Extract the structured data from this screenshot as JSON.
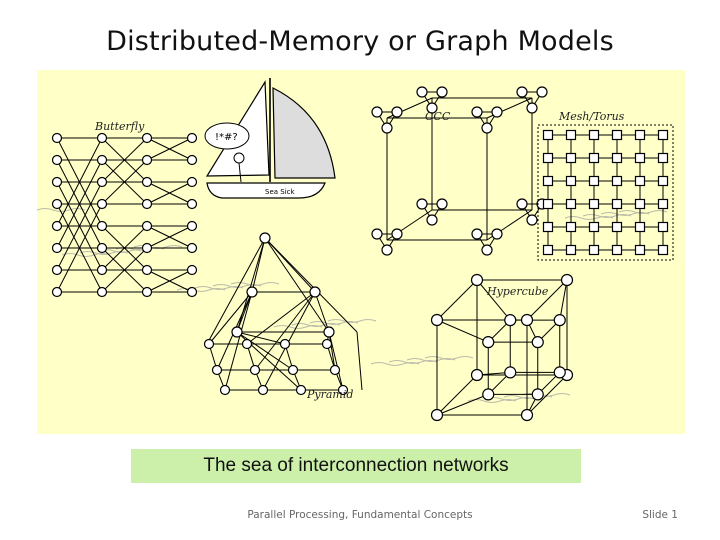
{
  "slide": {
    "title": "Distributed-Memory or Graph Models",
    "caption": "The sea of interconnection networks",
    "footer_center": "Parallel Processing, Fundamental Concepts",
    "footer_right": "Slide 1"
  },
  "figure": {
    "labels": {
      "butterfly": "Butterfly",
      "ccc": "CCC",
      "mesh": "Mesh/Torus",
      "hypercube": "Hypercube",
      "pyramid": "Pyramid",
      "bubble": "!*#?",
      "boat": "Sea Sick"
    },
    "colors": {
      "background": "#ffffc8",
      "caption_bg": "#ccf0aa",
      "node": "#ffffff",
      "line": "#000000"
    }
  }
}
